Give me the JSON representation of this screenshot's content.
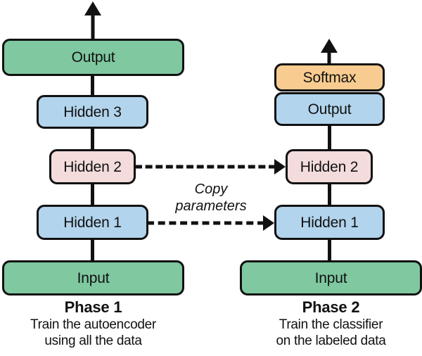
{
  "figure": {
    "kind": "neural-network-training-phases-diagram",
    "copy_label_line1": "Copy",
    "copy_label_line2": "parameters",
    "colors": {
      "green": "#7FC8A0",
      "blue": "#B2D4EC",
      "pink": "#F4DCDC",
      "orange": "#F8CC90",
      "stroke": "#111111",
      "background": "#FFFFFF"
    }
  },
  "phase1": {
    "caption_title": "Phase 1",
    "caption_line1": "Train the autoencoder",
    "caption_line2": "using all the data",
    "layers": [
      {
        "label": "Output",
        "color": "green"
      },
      {
        "label": "Hidden 3",
        "color": "blue"
      },
      {
        "label": "Hidden 2",
        "color": "pink"
      },
      {
        "label": "Hidden 1",
        "color": "blue"
      },
      {
        "label": "Input",
        "color": "green"
      }
    ]
  },
  "phase2": {
    "caption_title": "Phase 2",
    "caption_line1": "Train the classifier",
    "caption_line2": "on the labeled data",
    "layers": [
      {
        "label": "Softmax",
        "color": "orange"
      },
      {
        "label": "Output",
        "color": "blue"
      },
      {
        "label": "Hidden 2",
        "color": "pink"
      },
      {
        "label": "Hidden 1",
        "color": "blue"
      },
      {
        "label": "Input",
        "color": "green"
      }
    ]
  }
}
